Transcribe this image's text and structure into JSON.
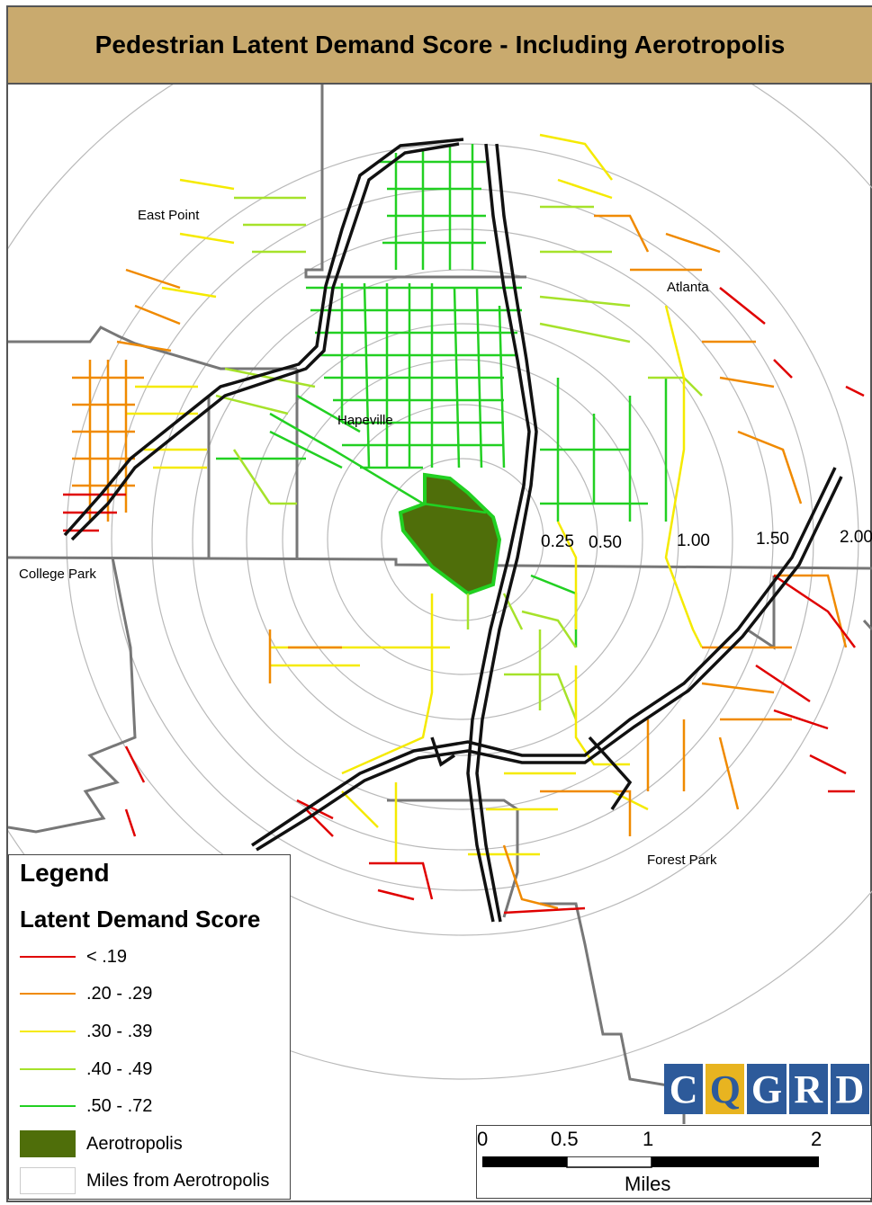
{
  "title": "Pedestrian Latent Demand Score - Including Aerotropolis",
  "places": {
    "east_point": "East Point",
    "atlanta": "Atlanta",
    "hapeville": "Hapeville",
    "college_park": "College Park",
    "forest_park": "Forest Park"
  },
  "rings": [
    "0.25",
    "0.50",
    "1.00",
    "1.50",
    "2.00"
  ],
  "legend": {
    "title": "Legend",
    "subtitle": "Latent Demand Score",
    "items": [
      {
        "label": "< .19",
        "color": "#e00000",
        "kind": "line"
      },
      {
        "label": ".20 - .29",
        "color": "#f08a00",
        "kind": "line"
      },
      {
        "label": ".30 - .39",
        "color": "#f5ea00",
        "kind": "line"
      },
      {
        "label": ".40 - .49",
        "color": "#a6e22a",
        "kind": "line"
      },
      {
        "label": ".50 - .72",
        "color": "#22d022",
        "kind": "line"
      },
      {
        "label": "Aerotropolis",
        "color": "#4f6e0a",
        "kind": "fill"
      },
      {
        "label": "Miles from Aerotropolis",
        "color": "#ffffff",
        "kind": "outline"
      }
    ]
  },
  "logo": {
    "letters": [
      "C",
      "Q",
      "G",
      "R",
      "D"
    ],
    "colors": [
      "#2d5a9a",
      "#e8b420",
      "#2d5a9a",
      "#2d5a9a",
      "#2d5a9a"
    ]
  },
  "scale_bar": {
    "ticks": [
      "0",
      "0.5",
      "1",
      "2"
    ],
    "unit": "Miles"
  },
  "colors": {
    "header": "#c9aa6e",
    "boundary": "#777777",
    "highway": "#111111"
  }
}
